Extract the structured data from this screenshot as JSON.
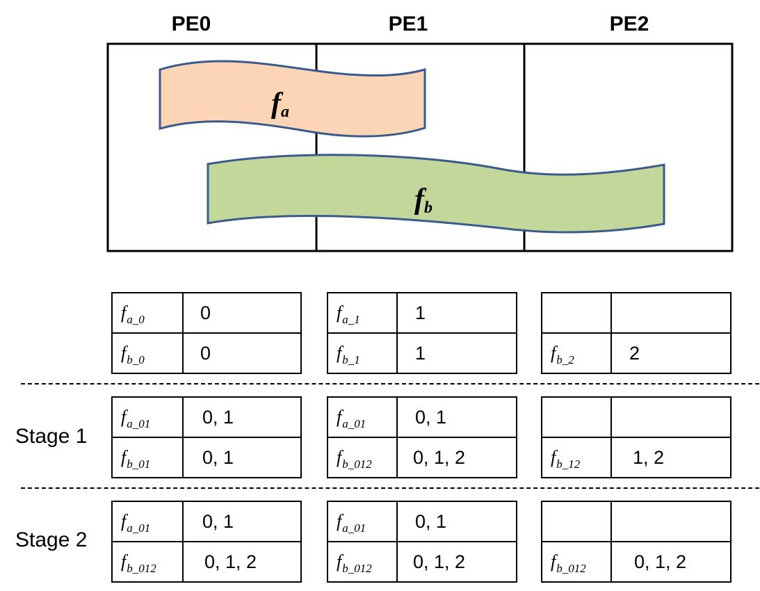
{
  "pe_labels": [
    "PE0",
    "PE1",
    "PE2"
  ],
  "regions": {
    "fa": {
      "name": "f",
      "sub": "a",
      "fill": "#fbd5b5",
      "stroke": "#3a5a8c"
    },
    "fb": {
      "name": "f",
      "sub": "b",
      "fill": "#c4d79b",
      "stroke": "#3a5a8c"
    }
  },
  "stages": [
    {
      "label": "",
      "tables": [
        {
          "rows": [
            {
              "name": "f",
              "sub": "a_0",
              "value": "0"
            },
            {
              "name": "f",
              "sub": "b_0",
              "value": "0"
            }
          ]
        },
        {
          "rows": [
            {
              "name": "f",
              "sub": "a_1",
              "value": "1"
            },
            {
              "name": "f",
              "sub": "b_1",
              "value": "1"
            }
          ]
        },
        {
          "rows": [
            {
              "name": "",
              "sub": "",
              "value": ""
            },
            {
              "name": "f",
              "sub": "b_2",
              "value": "2"
            }
          ]
        }
      ]
    },
    {
      "label": "Stage 1",
      "tables": [
        {
          "rows": [
            {
              "name": "f",
              "sub": "a_01",
              "value": "0, 1"
            },
            {
              "name": "f",
              "sub": "b_01",
              "value": "0, 1"
            }
          ]
        },
        {
          "rows": [
            {
              "name": "f",
              "sub": "a_01",
              "value": "0, 1"
            },
            {
              "name": "f",
              "sub": "b_012",
              "value": "0, 1, 2"
            }
          ]
        },
        {
          "rows": [
            {
              "name": "",
              "sub": "",
              "value": ""
            },
            {
              "name": "f",
              "sub": "b_12",
              "value": "1, 2"
            }
          ]
        }
      ]
    },
    {
      "label": "Stage 2",
      "tables": [
        {
          "rows": [
            {
              "name": "f",
              "sub": "a_01",
              "value": "0, 1"
            },
            {
              "name": "f",
              "sub": "b_012",
              "value": "0, 1, 2"
            }
          ]
        },
        {
          "rows": [
            {
              "name": "f",
              "sub": "a_01",
              "value": "0, 1"
            },
            {
              "name": "f",
              "sub": "b_012",
              "value": "0, 1, 2"
            }
          ]
        },
        {
          "rows": [
            {
              "name": "",
              "sub": "",
              "value": ""
            },
            {
              "name": "f",
              "sub": "b_012",
              "value": "0, 1, 2"
            }
          ]
        }
      ]
    }
  ]
}
